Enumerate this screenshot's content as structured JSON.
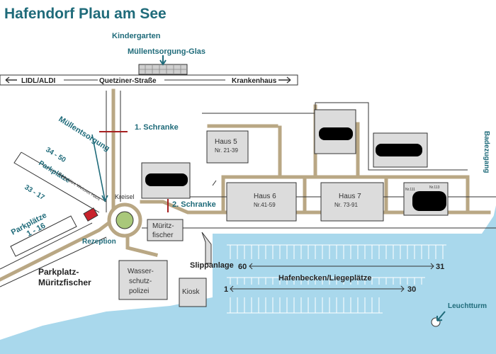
{
  "title": "Hafendorf Plau am See",
  "labels": {
    "kindergarten": "Kindergarten",
    "muell_glas": "Müllentsorgung-Glas",
    "lidl": "LIDL/ALDI",
    "quetziner": "Quetziner-Straße",
    "krankenhaus": "Krankenhaus",
    "schranke1": "1. Schranke",
    "schranke2": "2. Schranke",
    "muellentsorgung": "Müllentsorgung",
    "kreisel": "Kreisel",
    "rezeption": "Rezeption",
    "parkplaetze_top": "Parkplätze",
    "pp_34_50": "34 - 50",
    "pp_33_17": "33 - 17",
    "pp_weisses_haus": "Parkplätze Weisses Haus",
    "parkplaetze_left": "Parkplätze",
    "pp_1_16": "1 - 16",
    "parkplatz_mueritz_1": "Parkplatz-",
    "parkplatz_mueritz_2": "Müritzfischer",
    "badezugang": "Badezugang",
    "slipanlage": "Slippanlage",
    "hafenbecken": "Hafenbecken/Liegeplätze",
    "num_60": "60",
    "num_31": "31",
    "num_1": "1",
    "num_30": "30",
    "leuchtturm": "Leuchtturm"
  },
  "buildings": {
    "haus5": {
      "name": "Haus 5",
      "range": "Nr. 21-39"
    },
    "haus6": {
      "name": "Haus 6",
      "range": "Nr.41-59"
    },
    "haus7": {
      "name": "Haus 7",
      "range": "Nr. 73-91"
    },
    "nr111": "Nr.111",
    "nr113": "Nr.113",
    "mueritz_1": "Müritz-",
    "mueritz_2": "fischer",
    "wasser_1": "Wasser-",
    "wasser_2": "schutz-",
    "wasser_3": "polizei",
    "kiosk": "Kiosk"
  },
  "colors": {
    "title": "#1f6b7a",
    "road": "#b9a784",
    "water": "#a9d8ec",
    "building": "#dcdcdc",
    "redacted": "#000000",
    "barrier": "#a62020",
    "reception": "#c8232c"
  }
}
